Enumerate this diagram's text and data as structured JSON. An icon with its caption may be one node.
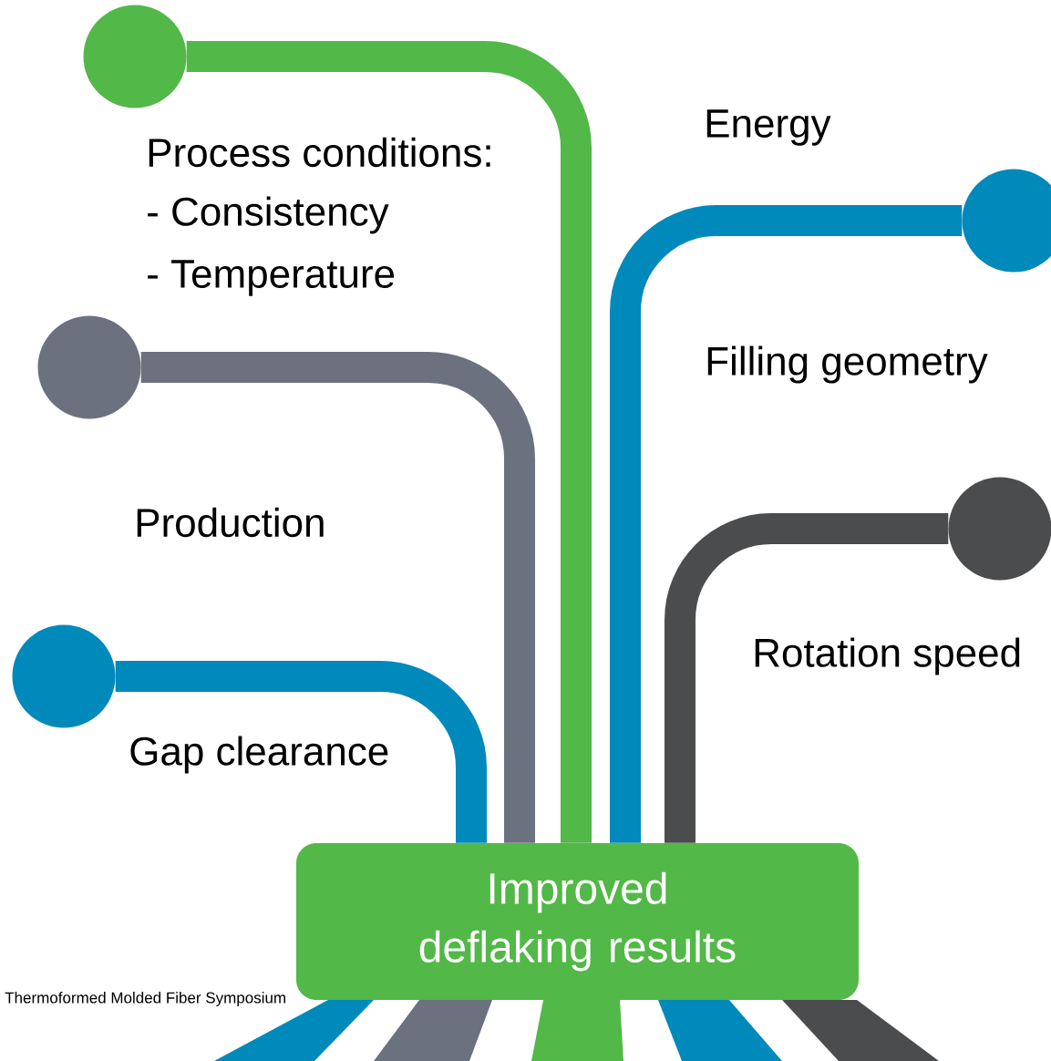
{
  "diagram": {
    "nodes": [
      {
        "text": [],
        "shape": "circle"
      },
      {
        "text": [],
        "shape": "circle"
      },
      {
        "text": [],
        "shape": "circle"
      },
      {
        "text": [],
        "shape": "circle"
      },
      {
        "text": [],
        "shape": "circle"
      },
      {
        "text": [
          "Improved deflaking results"
        ]
      }
    ],
    "edges": [
      {
        "from": 0,
        "to": 5,
        "arrow": "none",
        "color": "#52b848"
      },
      {
        "from": 1,
        "to": 5,
        "arrow": "none",
        "color": "#0089bb"
      },
      {
        "from": 2,
        "to": 5,
        "arrow": "none",
        "color": "#6b717e"
      },
      {
        "from": 3,
        "to": 5,
        "arrow": "none",
        "color": "#4b4c4e"
      },
      {
        "from": 4,
        "to": 5,
        "arrow": "none",
        "color": "#0089bb"
      }
    ],
    "labels": [
      "Energy",
      "Process conditions:",
      "- Consistency",
      "- Temperature",
      "Filling geometry",
      "Production",
      "Rotation speed",
      "Gap clearance",
      "Thermoformed Molded Fiber Symposium"
    ]
  }
}
